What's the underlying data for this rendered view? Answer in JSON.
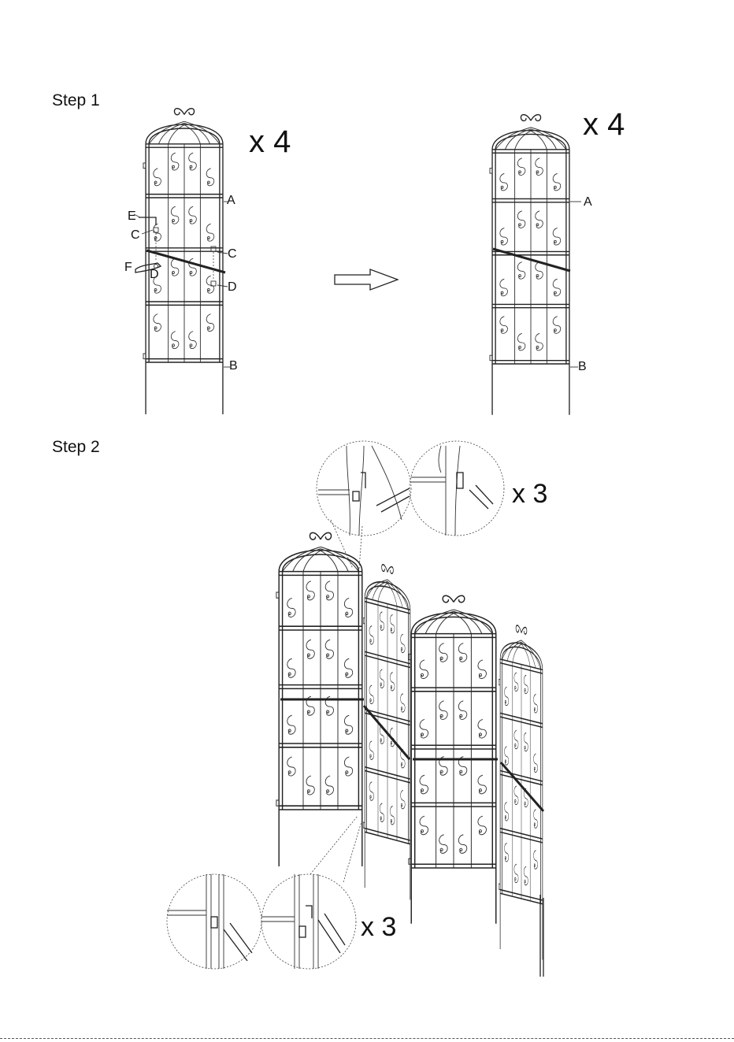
{
  "step1": {
    "title": "Step 1",
    "multiplier_left": "x 4",
    "multiplier_right": "x 4",
    "left_labels": {
      "A": "A",
      "B": "B",
      "C1": "C",
      "C2": "C",
      "D1": "D",
      "D2": "D",
      "E": "E",
      "F": "F"
    },
    "right_labels": {
      "A": "A",
      "B": "B"
    }
  },
  "step2": {
    "title": "Step 2",
    "multiplier_top": "x 3",
    "multiplier_bottom": "x 3"
  },
  "icons": {
    "arrow": "right-arrow-icon"
  }
}
